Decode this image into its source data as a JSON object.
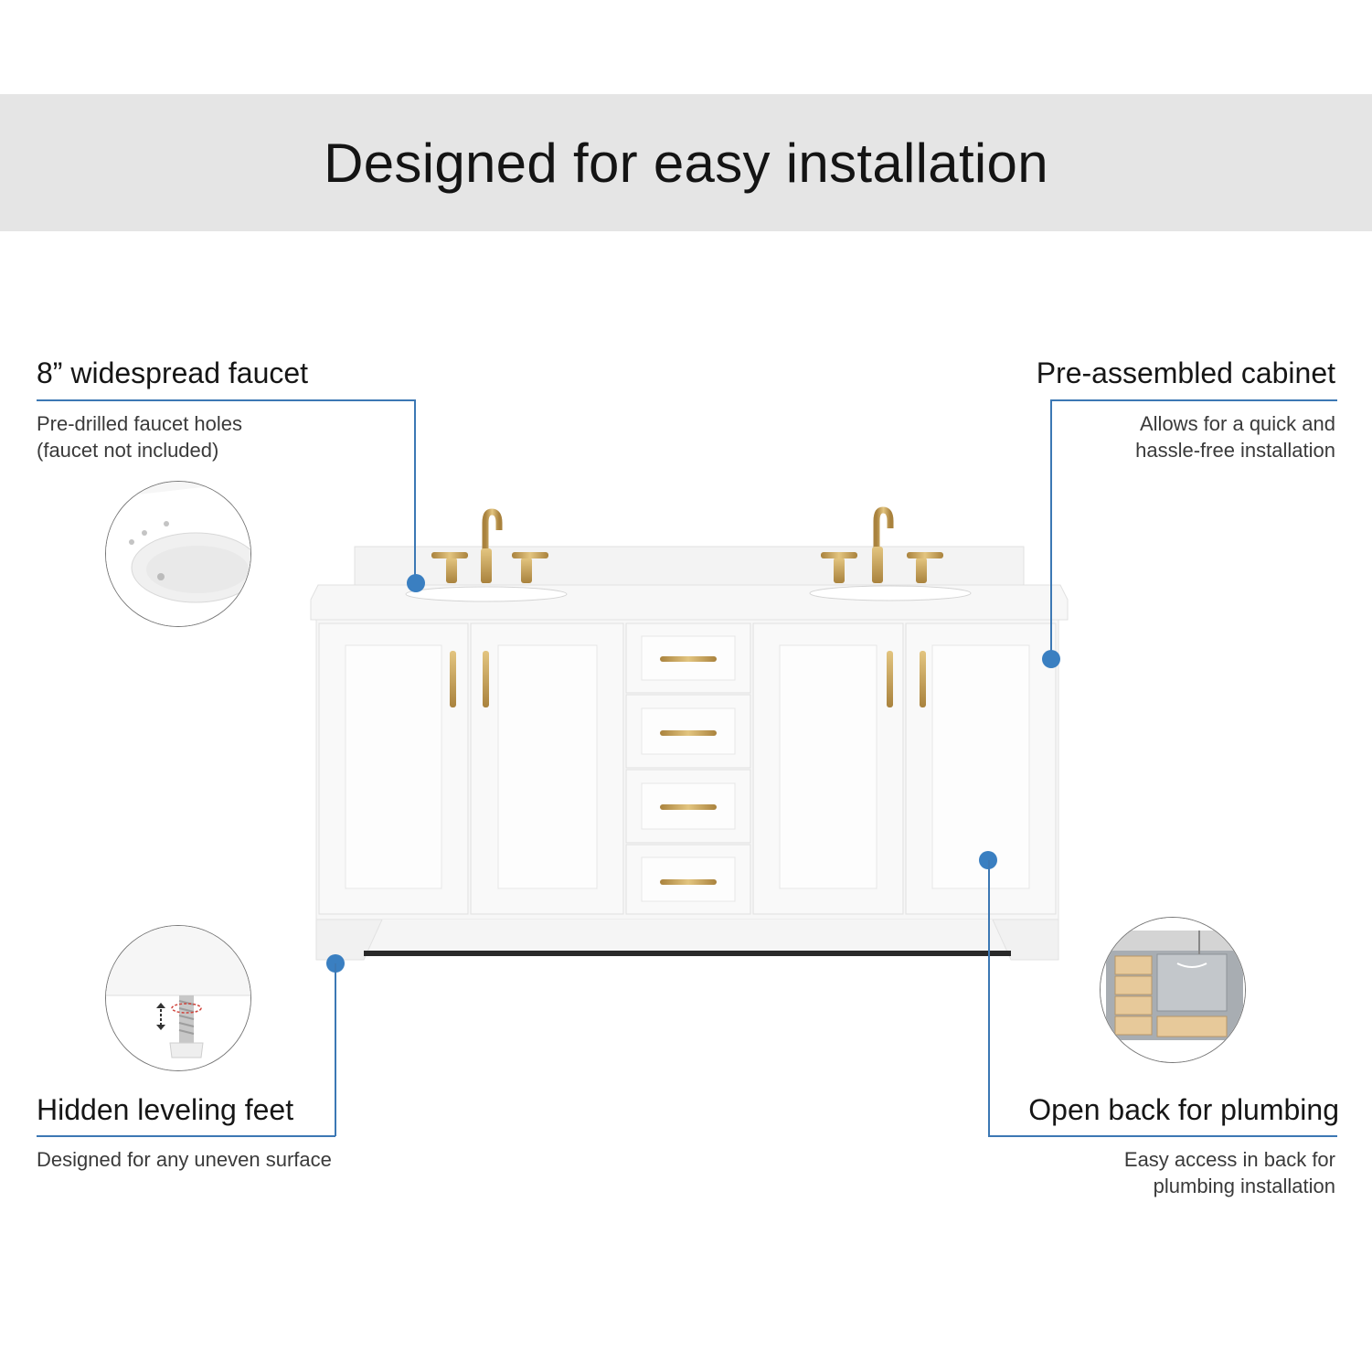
{
  "header": {
    "title": "Designed for easy installation"
  },
  "features": {
    "faucet": {
      "title": "8” widespread faucet",
      "desc_line1": "Pre-drilled faucet holes",
      "desc_line2": "(faucet not included)",
      "icon": "faucet-holes-detail-icon"
    },
    "cabinet": {
      "title": "Pre-assembled cabinet",
      "desc_line1": "Allows for  a quick and",
      "desc_line2": "hassle-free installation"
    },
    "feet": {
      "title": "Hidden leveling feet",
      "desc_line1": "Designed for any uneven surface",
      "icon": "leveling-foot-detail-icon"
    },
    "plumbing": {
      "title": "Open back for plumbing",
      "desc_line1": "Easy access in back for",
      "desc_line2": "plumbing installation",
      "icon": "open-back-detail-icon"
    }
  },
  "colors": {
    "accent": "#3a7fc1",
    "banner_bg": "#e5e5e5",
    "hardware_gold": "#c9a257"
  }
}
